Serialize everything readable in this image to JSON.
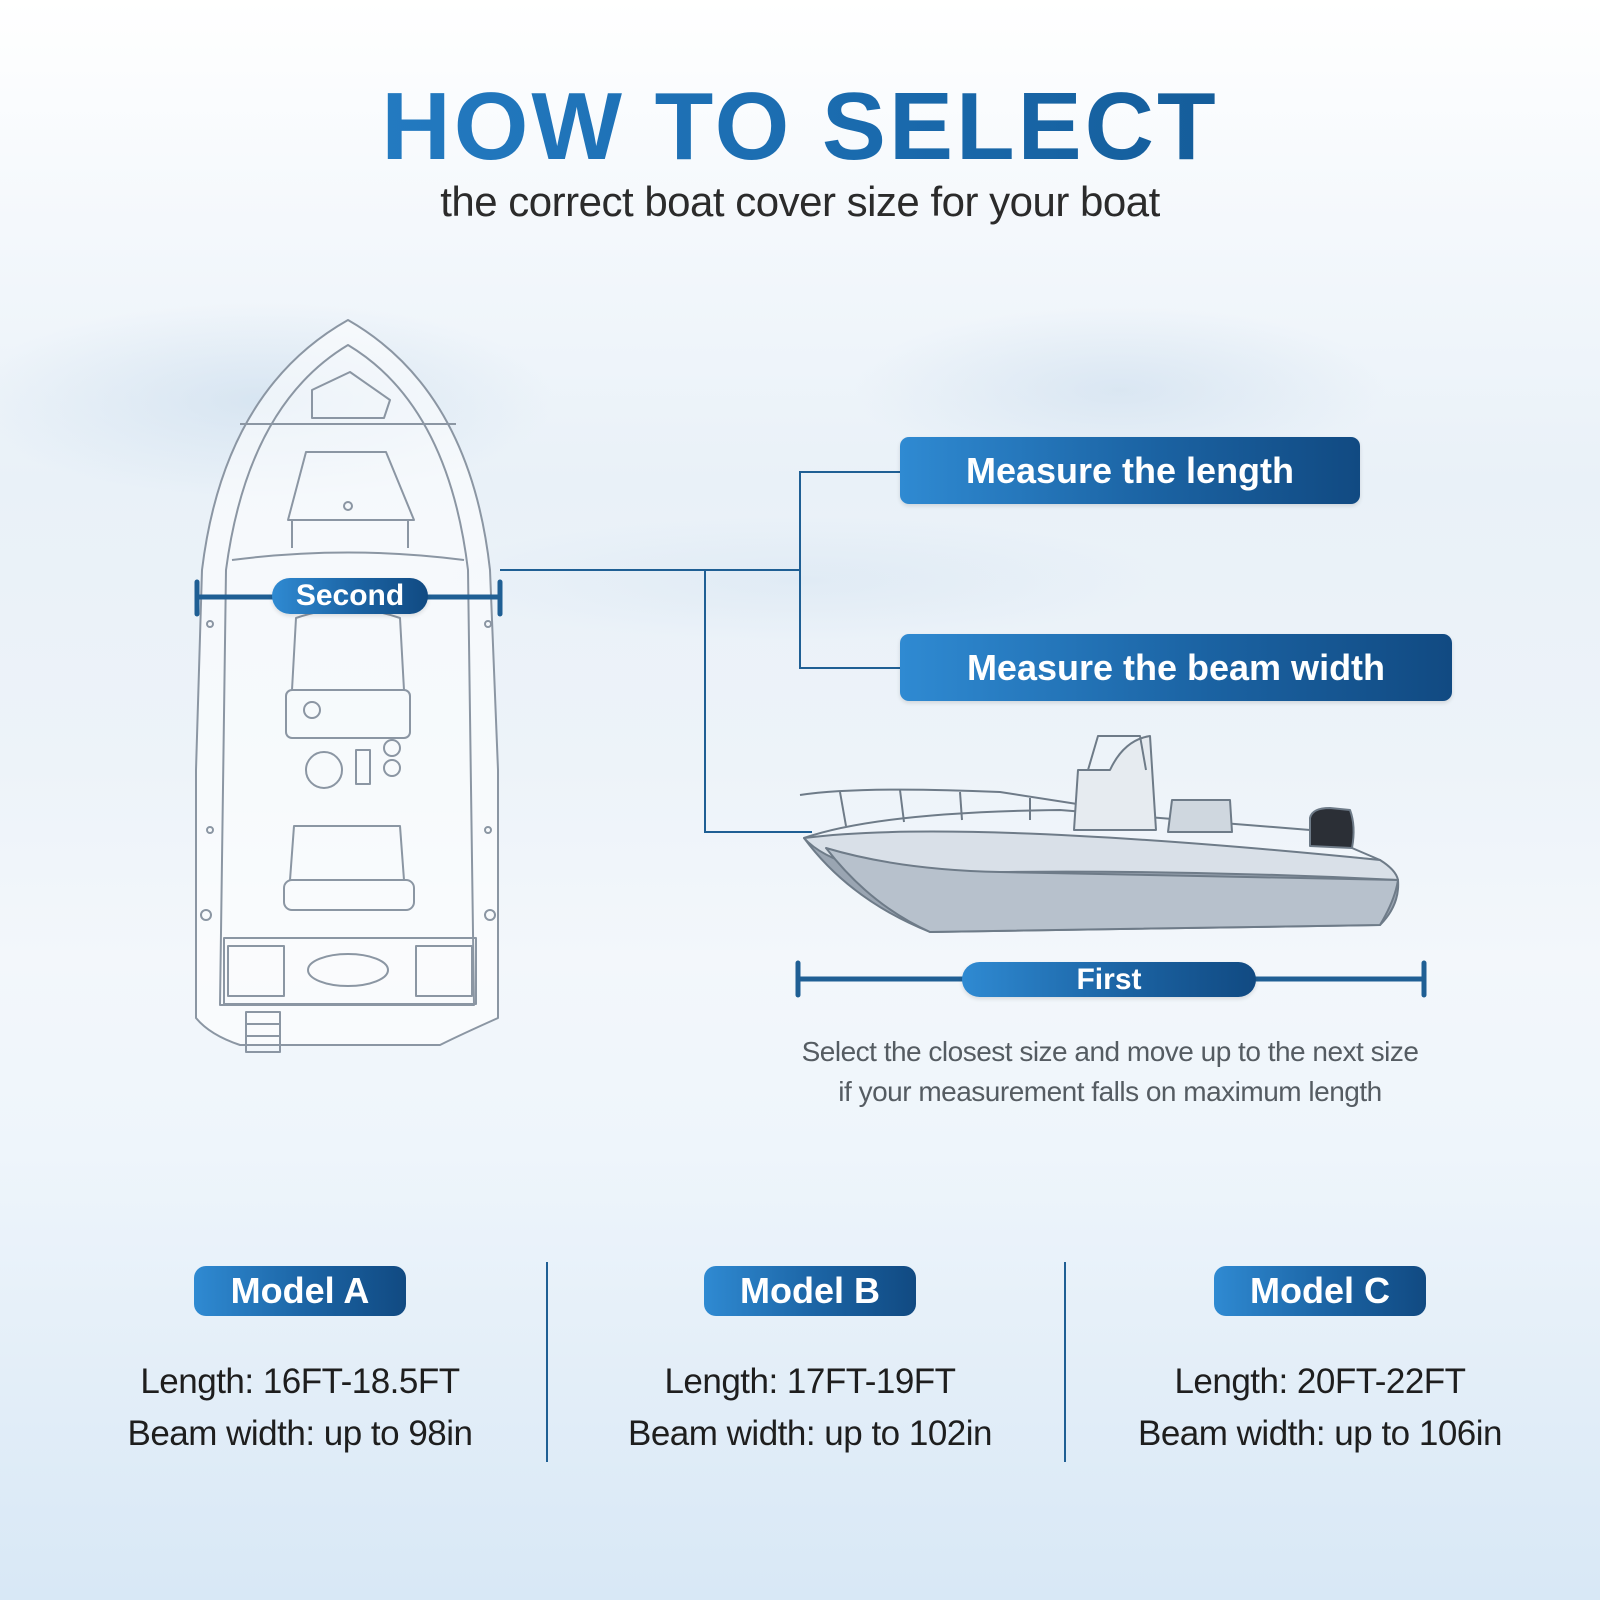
{
  "header": {
    "title": "HOW TO SELECT",
    "subtitle": "the correct boat cover size for your boat"
  },
  "diagram": {
    "step_length_label": "Measure the length",
    "step_beam_label": "Measure the beam width",
    "second_label": "Second",
    "first_label": "First",
    "note_line1": "Select the closest size and move up to the next size",
    "note_line2": "if your measurement falls on maximum length"
  },
  "models": [
    {
      "name": "Model A",
      "length": "Length: 16FT-18.5FT",
      "beam": "Beam width: up to 98in"
    },
    {
      "name": "Model B",
      "length": "Length: 17FT-19FT",
      "beam": "Beam width: up to 102in"
    },
    {
      "name": "Model C",
      "length": "Length: 20FT-22FT",
      "beam": "Beam width: up to 106in"
    }
  ],
  "colors": {
    "accent": "#1b63a3",
    "accent_light": "#2f8ad2",
    "accent_dark": "#114a82",
    "line": "#1f5f94"
  }
}
